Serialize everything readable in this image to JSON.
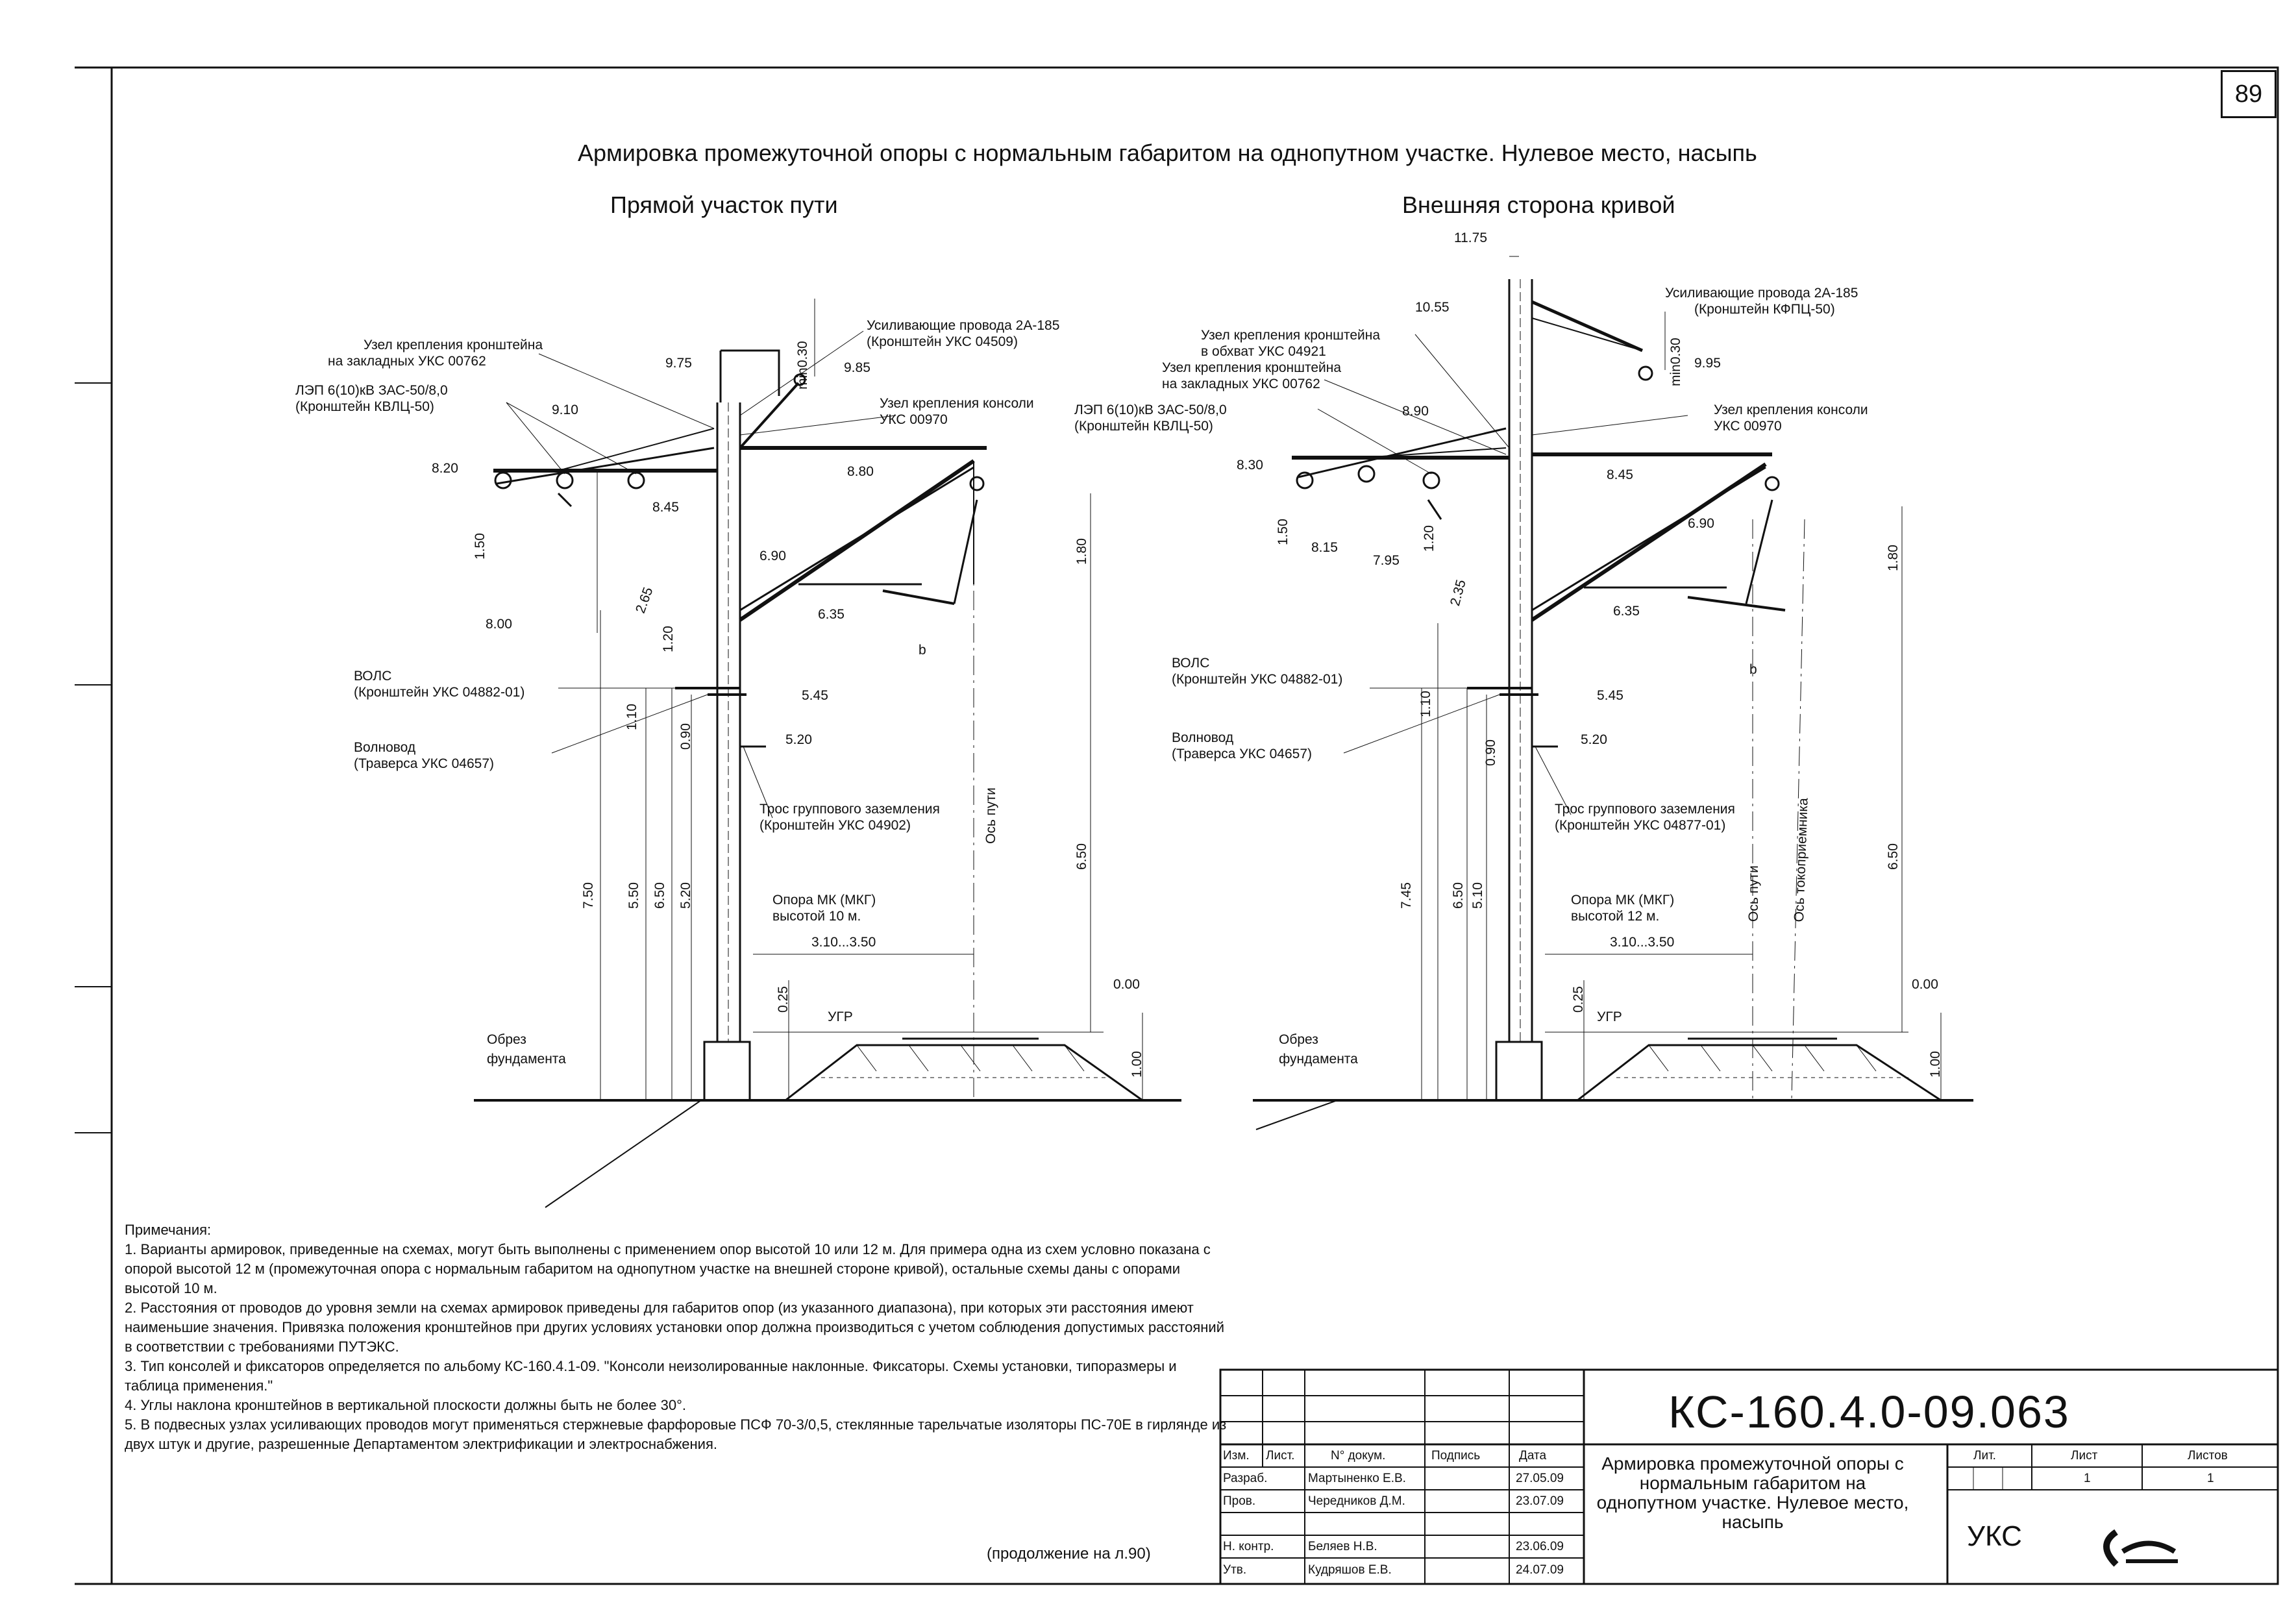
{
  "sheet_number": "89",
  "title": "Армировка промежуточной опоры с нормальным габаритом на однопутном участке. Нулевое место, насыпь",
  "left_view": {
    "heading": "Прямой участок пути",
    "labels": {
      "bracket_node": "Узел крепления кронштейна",
      "bracket_node_2": "на закладных УКС 00762",
      "lep": "ЛЭП 6(10)кВ ЗАС-50/8,0",
      "lep_2": "(Кронштейн КВЛЦ-50)",
      "reinforcing": "Усиливающие провода 2А-185",
      "reinforcing_2": "(Кронштейн УКС 04509)",
      "console_node": "Узел крепления консоли",
      "console_node_2": "УКС 00970",
      "vols": "ВОЛС",
      "vols_2": "(Кронштейн УКС 04882-01)",
      "waveguide": "Волновод",
      "waveguide_2": "(Траверса УКС 04657)",
      "ground_cable": "Трос группового заземления",
      "ground_cable_2": "(Кронштейн УКС 04902)",
      "support": "Опора МК (МКГ)",
      "support_2": "высотой 10 м.",
      "track_axis": "Ось пути",
      "ugr": "УГР",
      "foundation": "Обрез",
      "foundation_2": "фундамента",
      "b": "b",
      "min": "min0.30"
    },
    "dims": {
      "d975": "9.75",
      "d985": "9.85",
      "d910": "9.10",
      "d820": "8.20",
      "d880": "8.80",
      "d845": "8.45",
      "d690": "6.90",
      "d635": "6.35",
      "d800": "8.00",
      "d545": "5.45",
      "d520a": "5.20",
      "d150": "1.50",
      "d265": "2.65",
      "d120": "1.20",
      "d110": "1.10",
      "d090": "0.90",
      "d750": "7.50",
      "d550": "5.50",
      "d650a": "6.50",
      "d520b": "5.20",
      "d180": "1.80",
      "d650b": "6.50",
      "span": "3.10...3.50",
      "d025": "0.25",
      "d000": "0.00",
      "d100": "1.00"
    }
  },
  "right_view": {
    "heading": "Внешняя сторона кривой",
    "labels": {
      "bracket_node": "Узел крепления кронштейна",
      "bracket_node_2": "в обхват УКС 04921",
      "bracket_node_3": "Узел крепления кронштейна",
      "bracket_node_4": "на закладных УКС 00762",
      "lep": "ЛЭП 6(10)кВ ЗАС-50/8,0",
      "lep_2": "(Кронштейн КВЛЦ-50)",
      "reinforcing": "Усиливающие провода 2А-185",
      "reinforcing_2": "(Кронштейн КФПЦ-50)",
      "console_node": "Узел крепления консоли",
      "console_node_2": "УКС 00970",
      "vols": "ВОЛС",
      "vols_2": "(Кронштейн УКС 04882-01)",
      "waveguide": "Волновод",
      "waveguide_2": "(Траверса УКС 04657)",
      "ground_cable": "Трос группового заземления",
      "ground_cable_2": "(Кронштейн УКС 04877-01)",
      "support": "Опора МК (МКГ)",
      "support_2": "высотой 12 м.",
      "track_axis": "Ось пути",
      "pantograph_axis": "Ось токоприемника",
      "ugr": "УГР",
      "foundation": "Обрез",
      "foundation_2": "фундамента",
      "b": "b",
      "min": "min0.30"
    },
    "dims": {
      "d1175": "11.75",
      "d1055": "10.55",
      "d995": "9.95",
      "d890": "8.90",
      "d830": "8.30",
      "d845": "8.45",
      "d690": "6.90",
      "d635": "6.35",
      "d150": "1.50",
      "d815": "8.15",
      "d795": "7.95",
      "d120": "1.20",
      "d235": "2.35",
      "d545": "5.45",
      "d520": "5.20",
      "d110": "1.10",
      "d090": "0.90",
      "d745": "7.45",
      "d650": "6.50",
      "d510": "5.10",
      "d180": "1.80",
      "d650b": "6.50",
      "span": "3.10...3.50",
      "d025": "0.25",
      "d000": "0.00",
      "d100": "1.00"
    }
  },
  "notes": {
    "heading": "Примечания:",
    "items": [
      "1. Варианты армировок, приведенные на схемах, могут быть выполнены с применением опор высотой 10 или 12 м. Для примера одна из схем условно показана с опорой высотой 12 м (промежуточная опора с нормальным габаритом на однопутном участке на внешней стороне кривой), остальные схемы даны с опорами высотой 10 м.",
      "2. Расстояния от проводов до уровня земли на схемах армировок приведены для габаритов опор (из указанного диапазона), при которых эти расстояния имеют наименьшие значения. Привязка положения кронштейнов при других условиях установки опор должна производиться с учетом соблюдения допустимых расстояний в соответствии с требованиями ПУТЭКС.",
      "3. Тип консолей и фиксаторов определяется по альбому КС-160.4.1-09. \"Консоли неизолированные наклонные. Фиксаторы. Схемы установки, типоразмеры и таблица применения.\"",
      "4. Углы наклона кронштейнов в вертикальной плоскости должны быть не более 30°.",
      "5. В подвесных узлах усиливающих проводов могут применяться стержневые фарфоровые ПСФ 70-3/0,5, стеклянные тарельчатые изоляторы ПС-70Е в гирлянде из двух штук и другие, разрешенные Департаментом электрификации и электроснабжения."
    ],
    "continuation": "(продолжение на л.90)"
  },
  "title_block": {
    "code": "КС-160.4.0-09.063",
    "sheet_title": "Армировка промежуточной опоры с нормальным габаритом на однопутном участке. Нулевое место, насыпь",
    "col_headers": [
      "Изм.",
      "Лист.",
      "N° докум.",
      "Подпись",
      "Дата"
    ],
    "rows": [
      {
        "role": "Разраб.",
        "name": "Мартыненко Е.В.",
        "date": "27.05.09"
      },
      {
        "role": "Пров.",
        "name": "Чередников Д.М.",
        "date": "23.07.09"
      },
      {
        "role": "Н. контр.",
        "name": "Беляев Н.В.",
        "date": "23.06.09"
      },
      {
        "role": "Утв.",
        "name": "Кудряшов Е.В.",
        "date": "24.07.09"
      }
    ],
    "lit_header": "Лит.",
    "sheet_header": "Лист",
    "sheets_header": "Листов",
    "sheet_value": "1",
    "sheets_value": "1",
    "organization": "УКС"
  }
}
